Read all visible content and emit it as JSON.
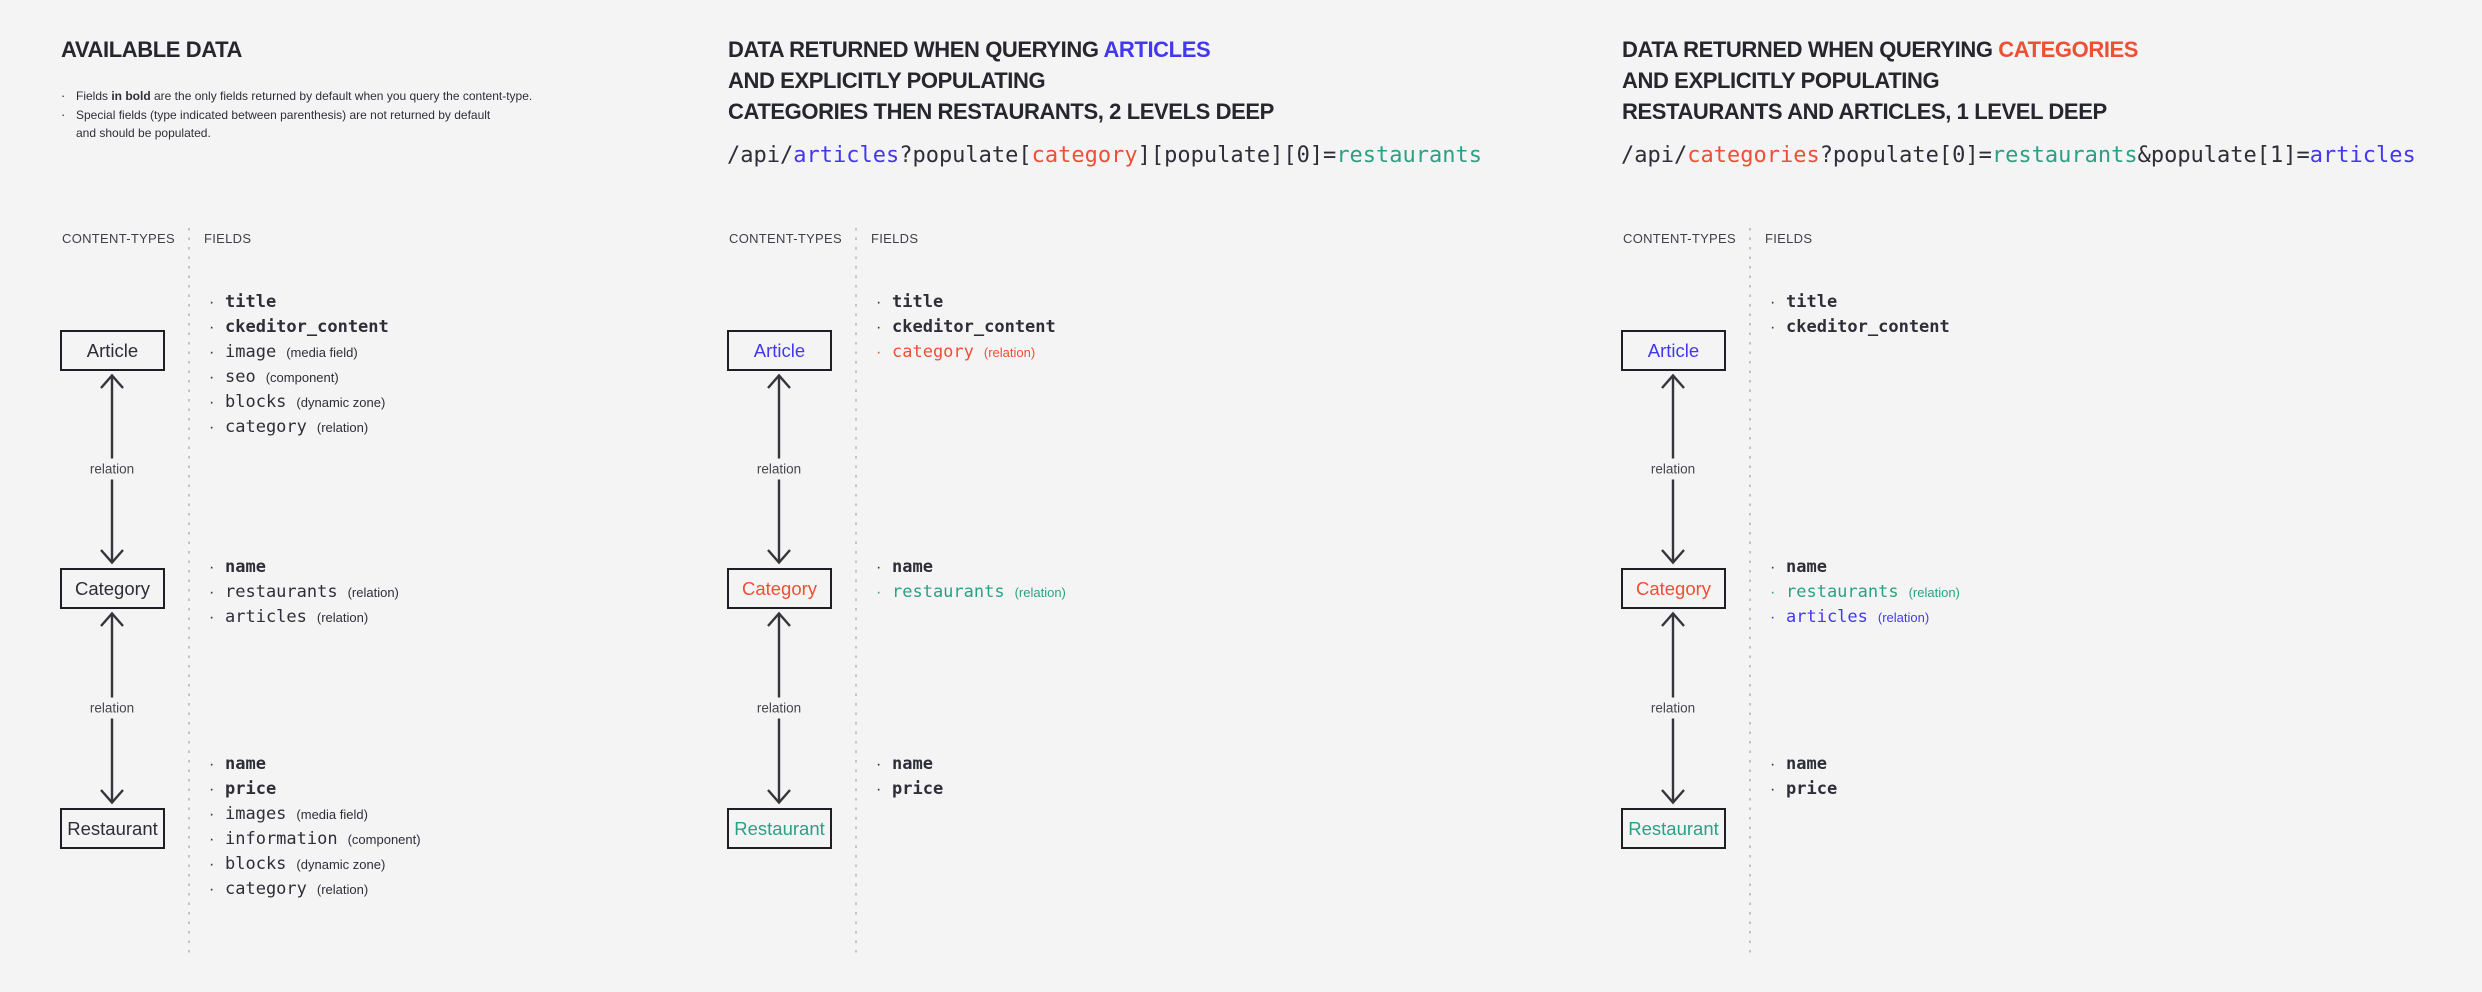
{
  "colors": {
    "background": "#f4f4f4",
    "heading": "#26262e",
    "dark": "#2e2e38",
    "blue": "#4338f0",
    "red": "#ee4f35",
    "teal": "#2aa184",
    "divider": "#c4c4c4",
    "box_border": "#1e1e24",
    "arrow": "#35353c"
  },
  "labels": {
    "content_types": "CONTENT-TYPES",
    "fields": "FIELDS",
    "relation": "relation"
  },
  "panels": [
    {
      "name": "available-data",
      "title_lines": [
        [
          {
            "t": "AVAILABLE DATA",
            "c": "heading"
          }
        ]
      ],
      "notes": [
        {
          "lines": [
            [
              {
                "t": "Fields ",
                "b": 0
              },
              {
                "t": "in bold",
                "b": 1
              },
              {
                "t": " are the only fields returned by default when you query the content-type.",
                "b": 0
              }
            ]
          ]
        },
        {
          "lines": [
            [
              {
                "t": "Special fields (type indicated between parenthesis) are not returned by default",
                "b": 0
              }
            ],
            [
              {
                "t": "and should be populated.",
                "b": 0
              }
            ]
          ]
        }
      ],
      "code": [],
      "content_types": [
        {
          "label": "Article",
          "color": "dark",
          "fields": [
            {
              "n": "title",
              "b": 1,
              "c": "dark",
              "a": ""
            },
            {
              "n": "ckeditor_content",
              "b": 1,
              "c": "dark",
              "a": ""
            },
            {
              "n": "image",
              "b": 0,
              "c": "dark",
              "a": "(media field)"
            },
            {
              "n": "seo",
              "b": 0,
              "c": "dark",
              "a": "(component)"
            },
            {
              "n": "blocks",
              "b": 0,
              "c": "dark",
              "a": "(dynamic zone)"
            },
            {
              "n": "category",
              "b": 0,
              "c": "dark",
              "a": "(relation)"
            }
          ]
        },
        {
          "label": "Category",
          "color": "dark",
          "fields": [
            {
              "n": "name",
              "b": 1,
              "c": "dark",
              "a": ""
            },
            {
              "n": "restaurants",
              "b": 0,
              "c": "dark",
              "a": "(relation)"
            },
            {
              "n": "articles",
              "b": 0,
              "c": "dark",
              "a": "(relation)"
            }
          ]
        },
        {
          "label": "Restaurant",
          "color": "dark",
          "fields": [
            {
              "n": "name",
              "b": 1,
              "c": "dark",
              "a": ""
            },
            {
              "n": "price",
              "b": 1,
              "c": "dark",
              "a": ""
            },
            {
              "n": "images",
              "b": 0,
              "c": "dark",
              "a": "(media field)"
            },
            {
              "n": "information",
              "b": 0,
              "c": "dark",
              "a": "(component)"
            },
            {
              "n": "blocks",
              "b": 0,
              "c": "dark",
              "a": "(dynamic zone)"
            },
            {
              "n": "category",
              "b": 0,
              "c": "dark",
              "a": "(relation)"
            }
          ]
        }
      ]
    },
    {
      "name": "query-articles",
      "title_lines": [
        [
          {
            "t": "DATA RETURNED WHEN QUERYING ",
            "c": "heading"
          },
          {
            "t": "ARTICLES",
            "c": "blue"
          }
        ],
        [
          {
            "t": "AND EXPLICITLY POPULATING",
            "c": "heading"
          }
        ],
        [
          {
            "t": "CATEGORIES THEN RESTAURANTS, 2 LEVELS DEEP",
            "c": "heading"
          }
        ]
      ],
      "notes": [],
      "code": [
        {
          "t": "/api/",
          "c": "dark"
        },
        {
          "t": "articles",
          "c": "blue"
        },
        {
          "t": "?populate[",
          "c": "dark"
        },
        {
          "t": "category",
          "c": "red"
        },
        {
          "t": "][populate][0]=",
          "c": "dark"
        },
        {
          "t": "restaurants",
          "c": "teal"
        }
      ],
      "content_types": [
        {
          "label": "Article",
          "color": "blue",
          "fields": [
            {
              "n": "title",
              "b": 1,
              "c": "dark",
              "a": ""
            },
            {
              "n": "ckeditor_content",
              "b": 1,
              "c": "dark",
              "a": ""
            },
            {
              "n": "category",
              "b": 0,
              "c": "red",
              "a": "(relation)"
            }
          ]
        },
        {
          "label": "Category",
          "color": "red",
          "fields": [
            {
              "n": "name",
              "b": 1,
              "c": "dark",
              "a": ""
            },
            {
              "n": "restaurants",
              "b": 0,
              "c": "teal",
              "a": "(relation)"
            }
          ]
        },
        {
          "label": "Restaurant",
          "color": "teal",
          "fields": [
            {
              "n": "name",
              "b": 1,
              "c": "dark",
              "a": ""
            },
            {
              "n": "price",
              "b": 1,
              "c": "dark",
              "a": ""
            }
          ]
        }
      ]
    },
    {
      "name": "query-categories",
      "title_lines": [
        [
          {
            "t": "DATA RETURNED WHEN QUERYING ",
            "c": "heading"
          },
          {
            "t": "CATEGORIES",
            "c": "red"
          }
        ],
        [
          {
            "t": "AND EXPLICITLY POPULATING",
            "c": "heading"
          }
        ],
        [
          {
            "t": "RESTAURANTS AND ARTICLES, 1 LEVEL DEEP",
            "c": "heading"
          }
        ]
      ],
      "notes": [],
      "code": [
        {
          "t": "/api/",
          "c": "dark"
        },
        {
          "t": "categories",
          "c": "red"
        },
        {
          "t": "?populate[0]=",
          "c": "dark"
        },
        {
          "t": "restaurants",
          "c": "teal"
        },
        {
          "t": "&populate[1]=",
          "c": "dark"
        },
        {
          "t": "articles",
          "c": "blue"
        }
      ],
      "content_types": [
        {
          "label": "Article",
          "color": "blue",
          "fields": [
            {
              "n": "title",
              "b": 1,
              "c": "dark",
              "a": ""
            },
            {
              "n": "ckeditor_content",
              "b": 1,
              "c": "dark",
              "a": ""
            }
          ]
        },
        {
          "label": "Category",
          "color": "red",
          "fields": [
            {
              "n": "name",
              "b": 1,
              "c": "dark",
              "a": ""
            },
            {
              "n": "restaurants",
              "b": 0,
              "c": "teal",
              "a": "(relation)"
            },
            {
              "n": "articles",
              "b": 0,
              "c": "blue",
              "a": "(relation)"
            }
          ]
        },
        {
          "label": "Restaurant",
          "color": "teal",
          "fields": [
            {
              "n": "name",
              "b": 1,
              "c": "dark",
              "a": ""
            },
            {
              "n": "price",
              "b": 1,
              "c": "dark",
              "a": ""
            }
          ]
        }
      ]
    }
  ]
}
